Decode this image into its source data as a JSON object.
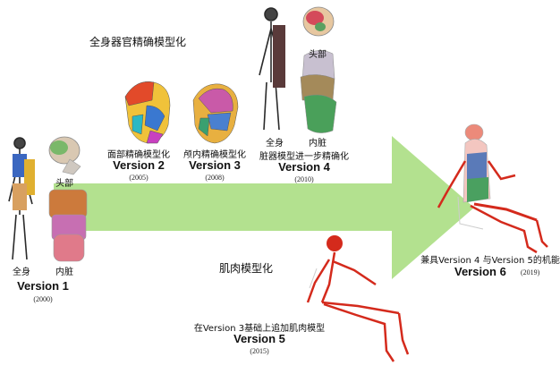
{
  "header": {
    "whole_body_title": "全身器官精确模型化",
    "muscle_title": "肌肉模型化"
  },
  "colors": {
    "arrow": "#b3e18f",
    "skeleton": "#2a2a2a",
    "muscle": "#d42a1c",
    "skin_line": "#aaaaaa"
  },
  "versions": [
    {
      "id": "v1",
      "labels": [
        "头部",
        "全身",
        "内脏"
      ],
      "version": "Version 1",
      "year": "(2000)"
    },
    {
      "id": "v2",
      "labels": [
        "面部精确模型化"
      ],
      "version": "Version 2",
      "year": "(2005)"
    },
    {
      "id": "v3",
      "labels": [
        "颅内精确模型化"
      ],
      "version": "Version 3",
      "year": "(2008)"
    },
    {
      "id": "v4",
      "labels": [
        "头部",
        "全身",
        "内脏",
        "脏器模型进一步精确化"
      ],
      "version": "Version 4",
      "year": "(2010)"
    },
    {
      "id": "v5",
      "labels": [
        "在Version 3基础上追加肌肉模型"
      ],
      "version": "Version 5",
      "year": "(2015)"
    },
    {
      "id": "v6",
      "labels": [
        "兼具Version 4 与Version 5的机能"
      ],
      "version": "Version 6",
      "year": "(2019)"
    }
  ]
}
